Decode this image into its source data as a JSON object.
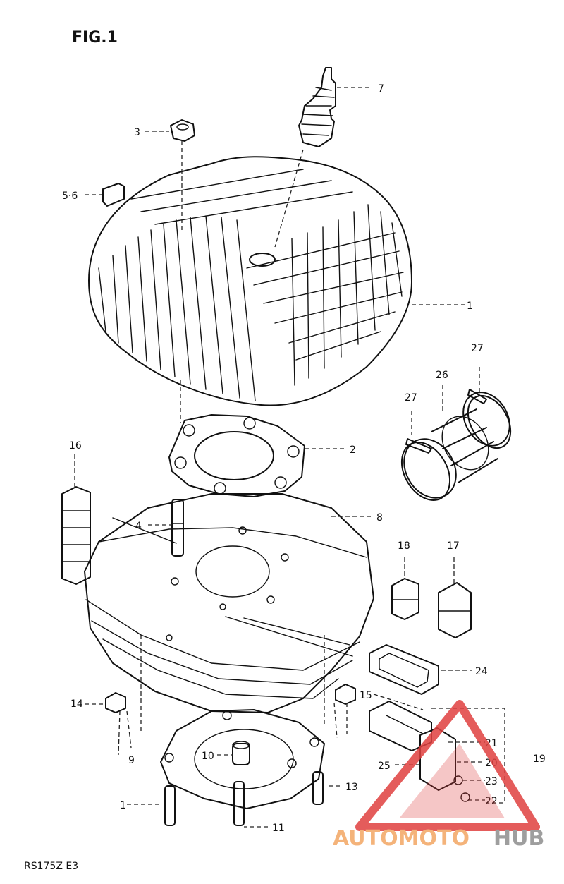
{
  "figure": {
    "title": "FIG.1",
    "model_code": "RS175Z  E3"
  },
  "callouts": {
    "c1": "1",
    "c2": "2",
    "c3": "3",
    "c4": "4",
    "c56": "5·6",
    "c7": "7",
    "c8": "8",
    "c9": "9",
    "c10": "10",
    "c11": "11",
    "c12": "1",
    "c13": "13",
    "c14": "14",
    "c15": "15",
    "c16": "16",
    "c17": "17",
    "c18": "18",
    "c19": "19",
    "c20": "20",
    "c21": "21",
    "c22": "22",
    "c23": "23",
    "c24": "24",
    "c25": "25",
    "c26": "26",
    "c27a": "27",
    "c27b": "27"
  },
  "watermark": {
    "part1": "AUTOMOTO",
    "part2": "HUB",
    "color1": "#f4b37a",
    "color2": "#9e9e9e",
    "logo_color": "#e0403f"
  }
}
